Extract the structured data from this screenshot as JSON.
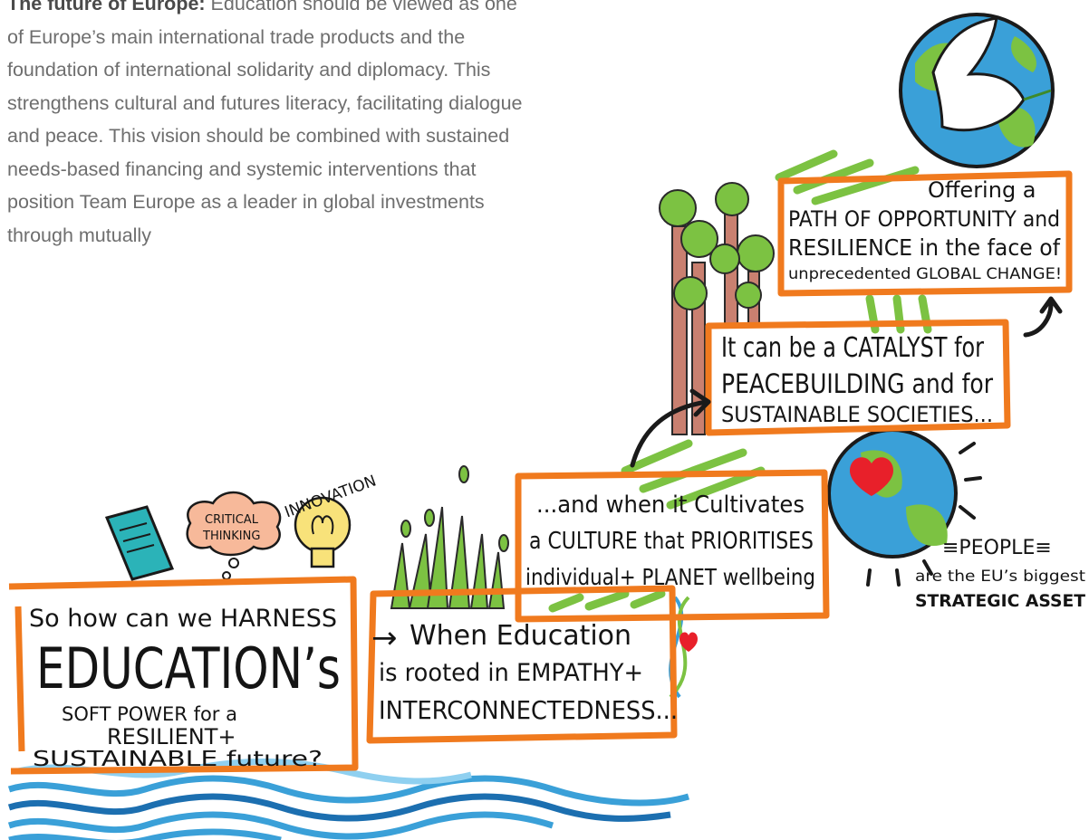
{
  "intro": {
    "lead": "The future of Europe:",
    "text": " Education should be viewed as one of Europe’s main international trade products and the foundation of international solidarity and diplomacy. This strengthens cultural and futures literacy, facilitating dialogue and peace. This vision should be combined with sustained needs-based financing and systemic interventions that position Team Europe as a leader in global investments through mutually"
  },
  "illustration": {
    "icons": {
      "book": "book-icon",
      "critical_cloud": "thought-cloud-icon",
      "innovation_bulb": "lightbulb-icon",
      "dove": "dove-icon",
      "globe": "globe-icon",
      "heart": "heart-icon"
    },
    "colors": {
      "orange": "#f07a1e",
      "green": "#7cc242",
      "blue": "#3aa0d8",
      "red": "#e8202a"
    },
    "critical": [
      "CRITICAL",
      "THINKING"
    ],
    "innovation": "INNOVATION",
    "box1": [
      "So how can we HARNESS",
      "EDUCATION’s",
      "SOFT POWER for a",
      "RESILIENT+",
      "SUSTAINABLE future?"
    ],
    "box2": [
      "When Education",
      "is rooted in EMPATHY+",
      "INTERCONNECTEDNESS..."
    ],
    "box3": [
      "...and when it Cultivates",
      "a CULTURE that PRIORITISES",
      "individual+ PLANET wellbeing"
    ],
    "box4": [
      "It can be a CATALYST for",
      "PEACEBUILDING and for",
      "SUSTAINABLE SOCIETIES..."
    ],
    "box5": [
      "Offering a",
      "PATH OF OPPORTUNITY and",
      "RESILIENCE in the face of",
      "unprecedented GLOBAL CHANGE!"
    ],
    "people": [
      "≡PEOPLE≡",
      "are the EU’s biggest",
      "STRATEGIC ASSET"
    ]
  }
}
